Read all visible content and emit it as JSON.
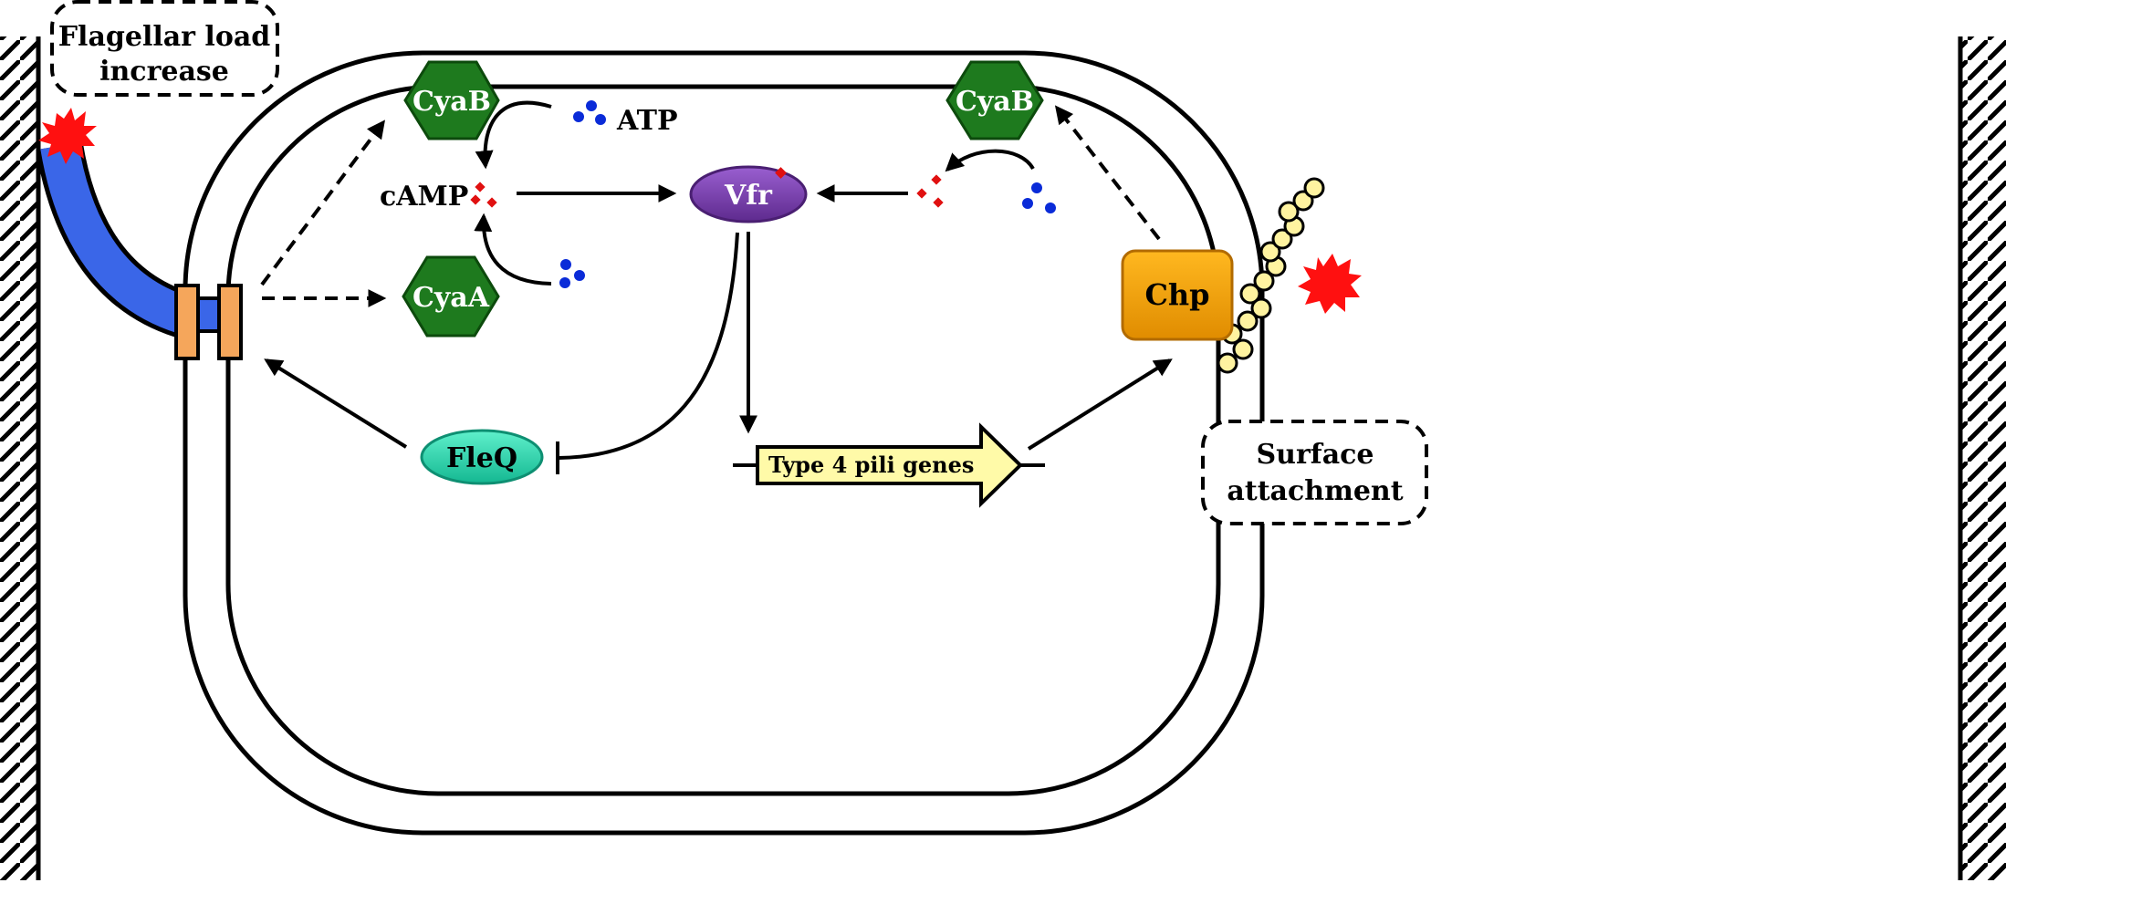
{
  "labels": {
    "flagellar_load": [
      "Flagellar load",
      "increase"
    ],
    "surface_attachment": [
      "Surface",
      "attachment"
    ],
    "atp": "ATP",
    "camp": "cAMP",
    "type4_pili_genes": "Type 4 pili genes"
  },
  "proteins": {
    "cyab_left": "CyaB",
    "cyab_right": "CyaB",
    "cyaa": "CyaA",
    "vfr": "Vfr",
    "fleq": "FleQ",
    "chp": "Chp"
  },
  "colors": {
    "adenylate_cyclase": "#1e7a1e",
    "vfr": "#7a3fb0",
    "fleq": "#2fd6b0",
    "chp": "#f5a000",
    "flagellum": "#3a66e8",
    "motor": "#f5a65b",
    "gene_arrow": "#fffaa8",
    "pili_bead": "#fff3a0",
    "atp_dot": "#0a2bd8",
    "camp_dot": "#e01010",
    "signal_star": "#ff1010"
  }
}
